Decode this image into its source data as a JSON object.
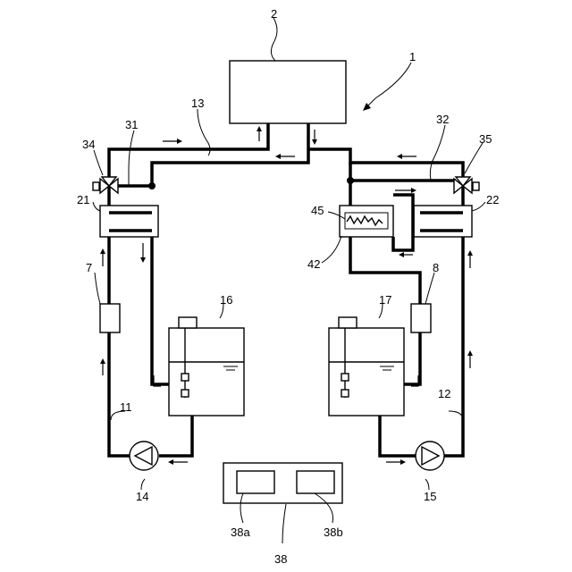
{
  "labels": {
    "system": "1",
    "load": "2",
    "heat_exchanger_left": "21",
    "heat_exchanger_right": "22",
    "filter_left": "7",
    "filter_right": "8",
    "circuit_left": "11",
    "circuit_right": "12",
    "main_pipe": "13",
    "pump_left": "14",
    "pump_right": "15",
    "tank_left": "16",
    "tank_right": "17",
    "bypass_left": "31",
    "bypass_right": "32",
    "valve_left": "34",
    "valve_right": "35",
    "controller": "38",
    "controller_unit_a": "38a",
    "controller_unit_b": "38b",
    "heater_unit": "42",
    "heater_core": "45"
  }
}
